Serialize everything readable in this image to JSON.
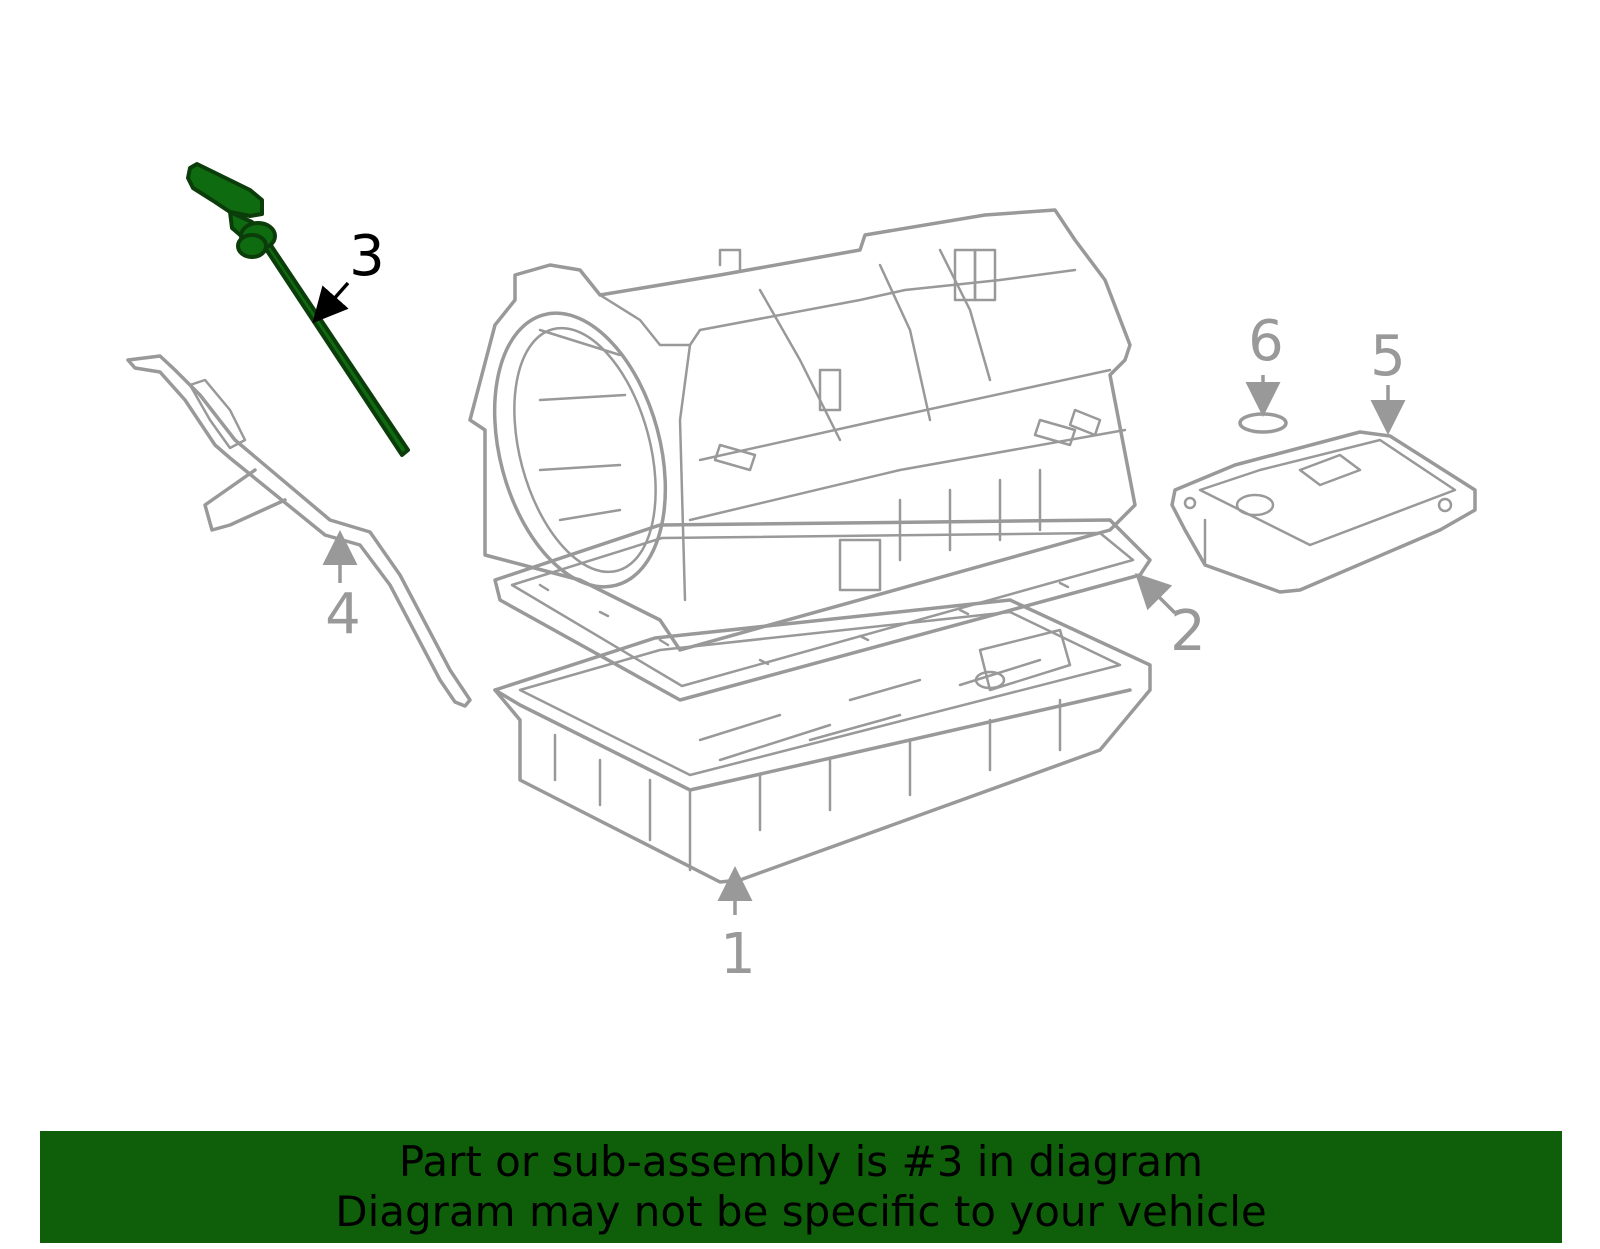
{
  "colors": {
    "outline": "#999999",
    "highlight": "#0f6b0f",
    "highlight_outline": "#0b3d0b",
    "callout_default": "#999999",
    "callout_highlight": "#000000",
    "banner_bg": "#0f5f0a",
    "banner_text": "#000000"
  },
  "diagram": {
    "callouts": [
      {
        "id": "1",
        "label": "1",
        "highlighted": false
      },
      {
        "id": "2",
        "label": "2",
        "highlighted": false
      },
      {
        "id": "3",
        "label": "3",
        "highlighted": true
      },
      {
        "id": "4",
        "label": "4",
        "highlighted": false
      },
      {
        "id": "5",
        "label": "5",
        "highlighted": false
      },
      {
        "id": "6",
        "label": "6",
        "highlighted": false
      }
    ]
  },
  "banner": {
    "line1": "Part or sub-assembly is #3 in diagram",
    "line2": "Diagram may not be specific to your vehicle"
  }
}
